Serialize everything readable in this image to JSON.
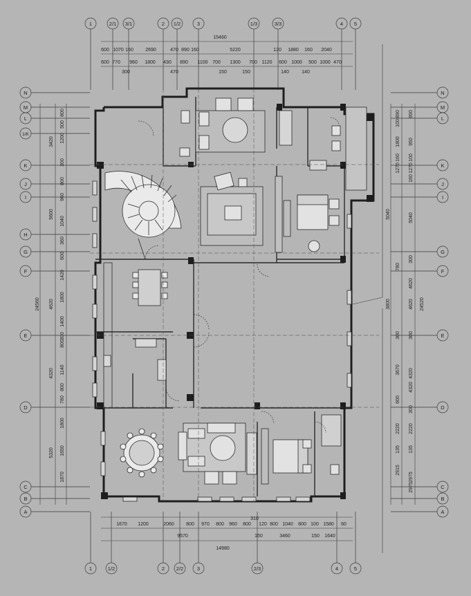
{
  "colors": {
    "background": "#b5b5b5",
    "line": "#3a3a3a",
    "wall": "#1e1e1e",
    "stair": "#eaeaea"
  },
  "grid": {
    "top_labels": [
      "1",
      "2/1",
      "3/1",
      "2",
      "1/2",
      "3",
      "1/3",
      "3/3",
      "4",
      "5"
    ],
    "bottom_labels": [
      "1",
      "1/2",
      "2",
      "2/2",
      "3",
      "2/3",
      "4",
      "5"
    ],
    "left_labels": [
      "N",
      "M",
      "L",
      "1/K",
      "K",
      "J",
      "I",
      "H",
      "G",
      "F",
      "E",
      "D",
      "C",
      "B",
      "A"
    ],
    "right_labels": [
      "N",
      "M",
      "L",
      "K",
      "J",
      "I",
      "G",
      "F",
      "E",
      "D",
      "C",
      "B",
      "A"
    ]
  },
  "dims": {
    "top_total": "15460",
    "top_row1": [
      "600",
      "1070",
      "160",
      "2690",
      "470",
      "890",
      "160",
      "5220",
      "120",
      "1880",
      "160",
      "2040"
    ],
    "top_row2": [
      "600",
      "770",
      "960",
      "1800",
      "430",
      "890",
      "1100",
      "700",
      "1300",
      "700",
      "1120",
      "600",
      "1000",
      "500",
      "1000",
      "470"
    ],
    "top_row3": [
      "300",
      "470",
      "150",
      "150",
      "140",
      "140"
    ],
    "bottom_row1": [
      "1670",
      "1200",
      "2060",
      "800",
      "970",
      "800",
      "960",
      "800",
      "120",
      "800",
      "1040",
      "800",
      "100",
      "1580",
      "60"
    ],
    "bottom_mid": [
      "310"
    ],
    "bottom_row2": [
      "9570",
      "150",
      "3460",
      "150",
      "1640"
    ],
    "bottom_total": "14980",
    "left_total": "24560",
    "left_row1": [
      "3420",
      "5600",
      "4620",
      "4320",
      "5320"
    ],
    "left_row2": [
      "800",
      "500",
      "1200",
      "300",
      "800",
      "960",
      "1040",
      "360",
      "600",
      "1420",
      "1800",
      "1400",
      "300",
      "800",
      "1140",
      "800",
      "780",
      "1800",
      "1650",
      "1870"
    ],
    "right_total": "24520",
    "right_row1": [
      "3800",
      "5040",
      "4620",
      "4320",
      "2975"
    ],
    "right_row2": [
      "890",
      "100",
      "950",
      "1800",
      "160",
      "1270",
      "780",
      "300",
      "3670",
      "600",
      "2220",
      "135",
      "2915"
    ],
    "right_row3": [
      "950",
      "100",
      "1270",
      "160",
      "5040",
      "300",
      "4620",
      "300",
      "4320",
      "300",
      "2220",
      "135",
      "2975"
    ]
  }
}
